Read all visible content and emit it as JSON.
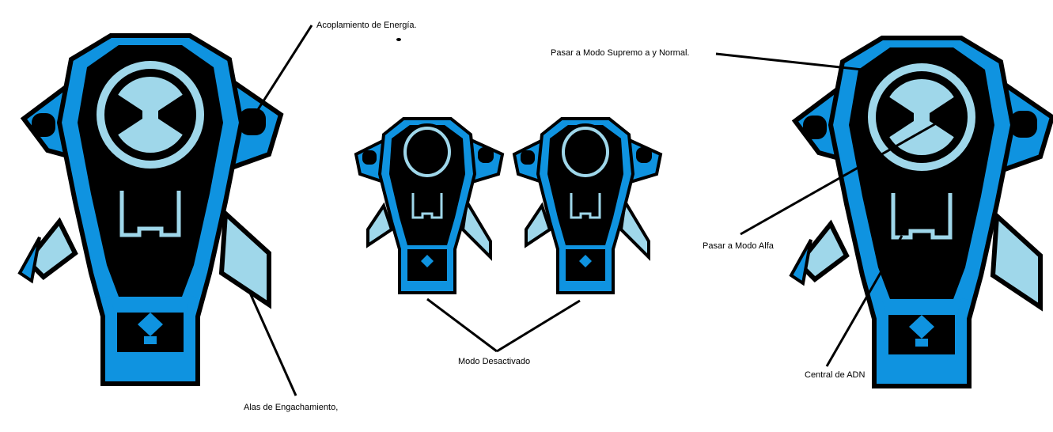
{
  "labels": {
    "acoplamiento": "Acoplamiento de Energía.",
    "supremo": "Pasar a Modo Supremo a y Normal.",
    "alfa": "Pasar a Modo Alfa",
    "adn": "Central de ADN",
    "desactivado": "Modo Desactivado",
    "alas": "Alas de Engachamiento,"
  },
  "colors": {
    "blue": "#0f93e0",
    "light_blue": "#9fd7ea",
    "black": "#000000",
    "background": "#ffffff"
  },
  "icons": [
    "omnitrix-device-large",
    "omnitrix-device-small",
    "omnitrix-device-small",
    "omnitrix-device-large"
  ]
}
